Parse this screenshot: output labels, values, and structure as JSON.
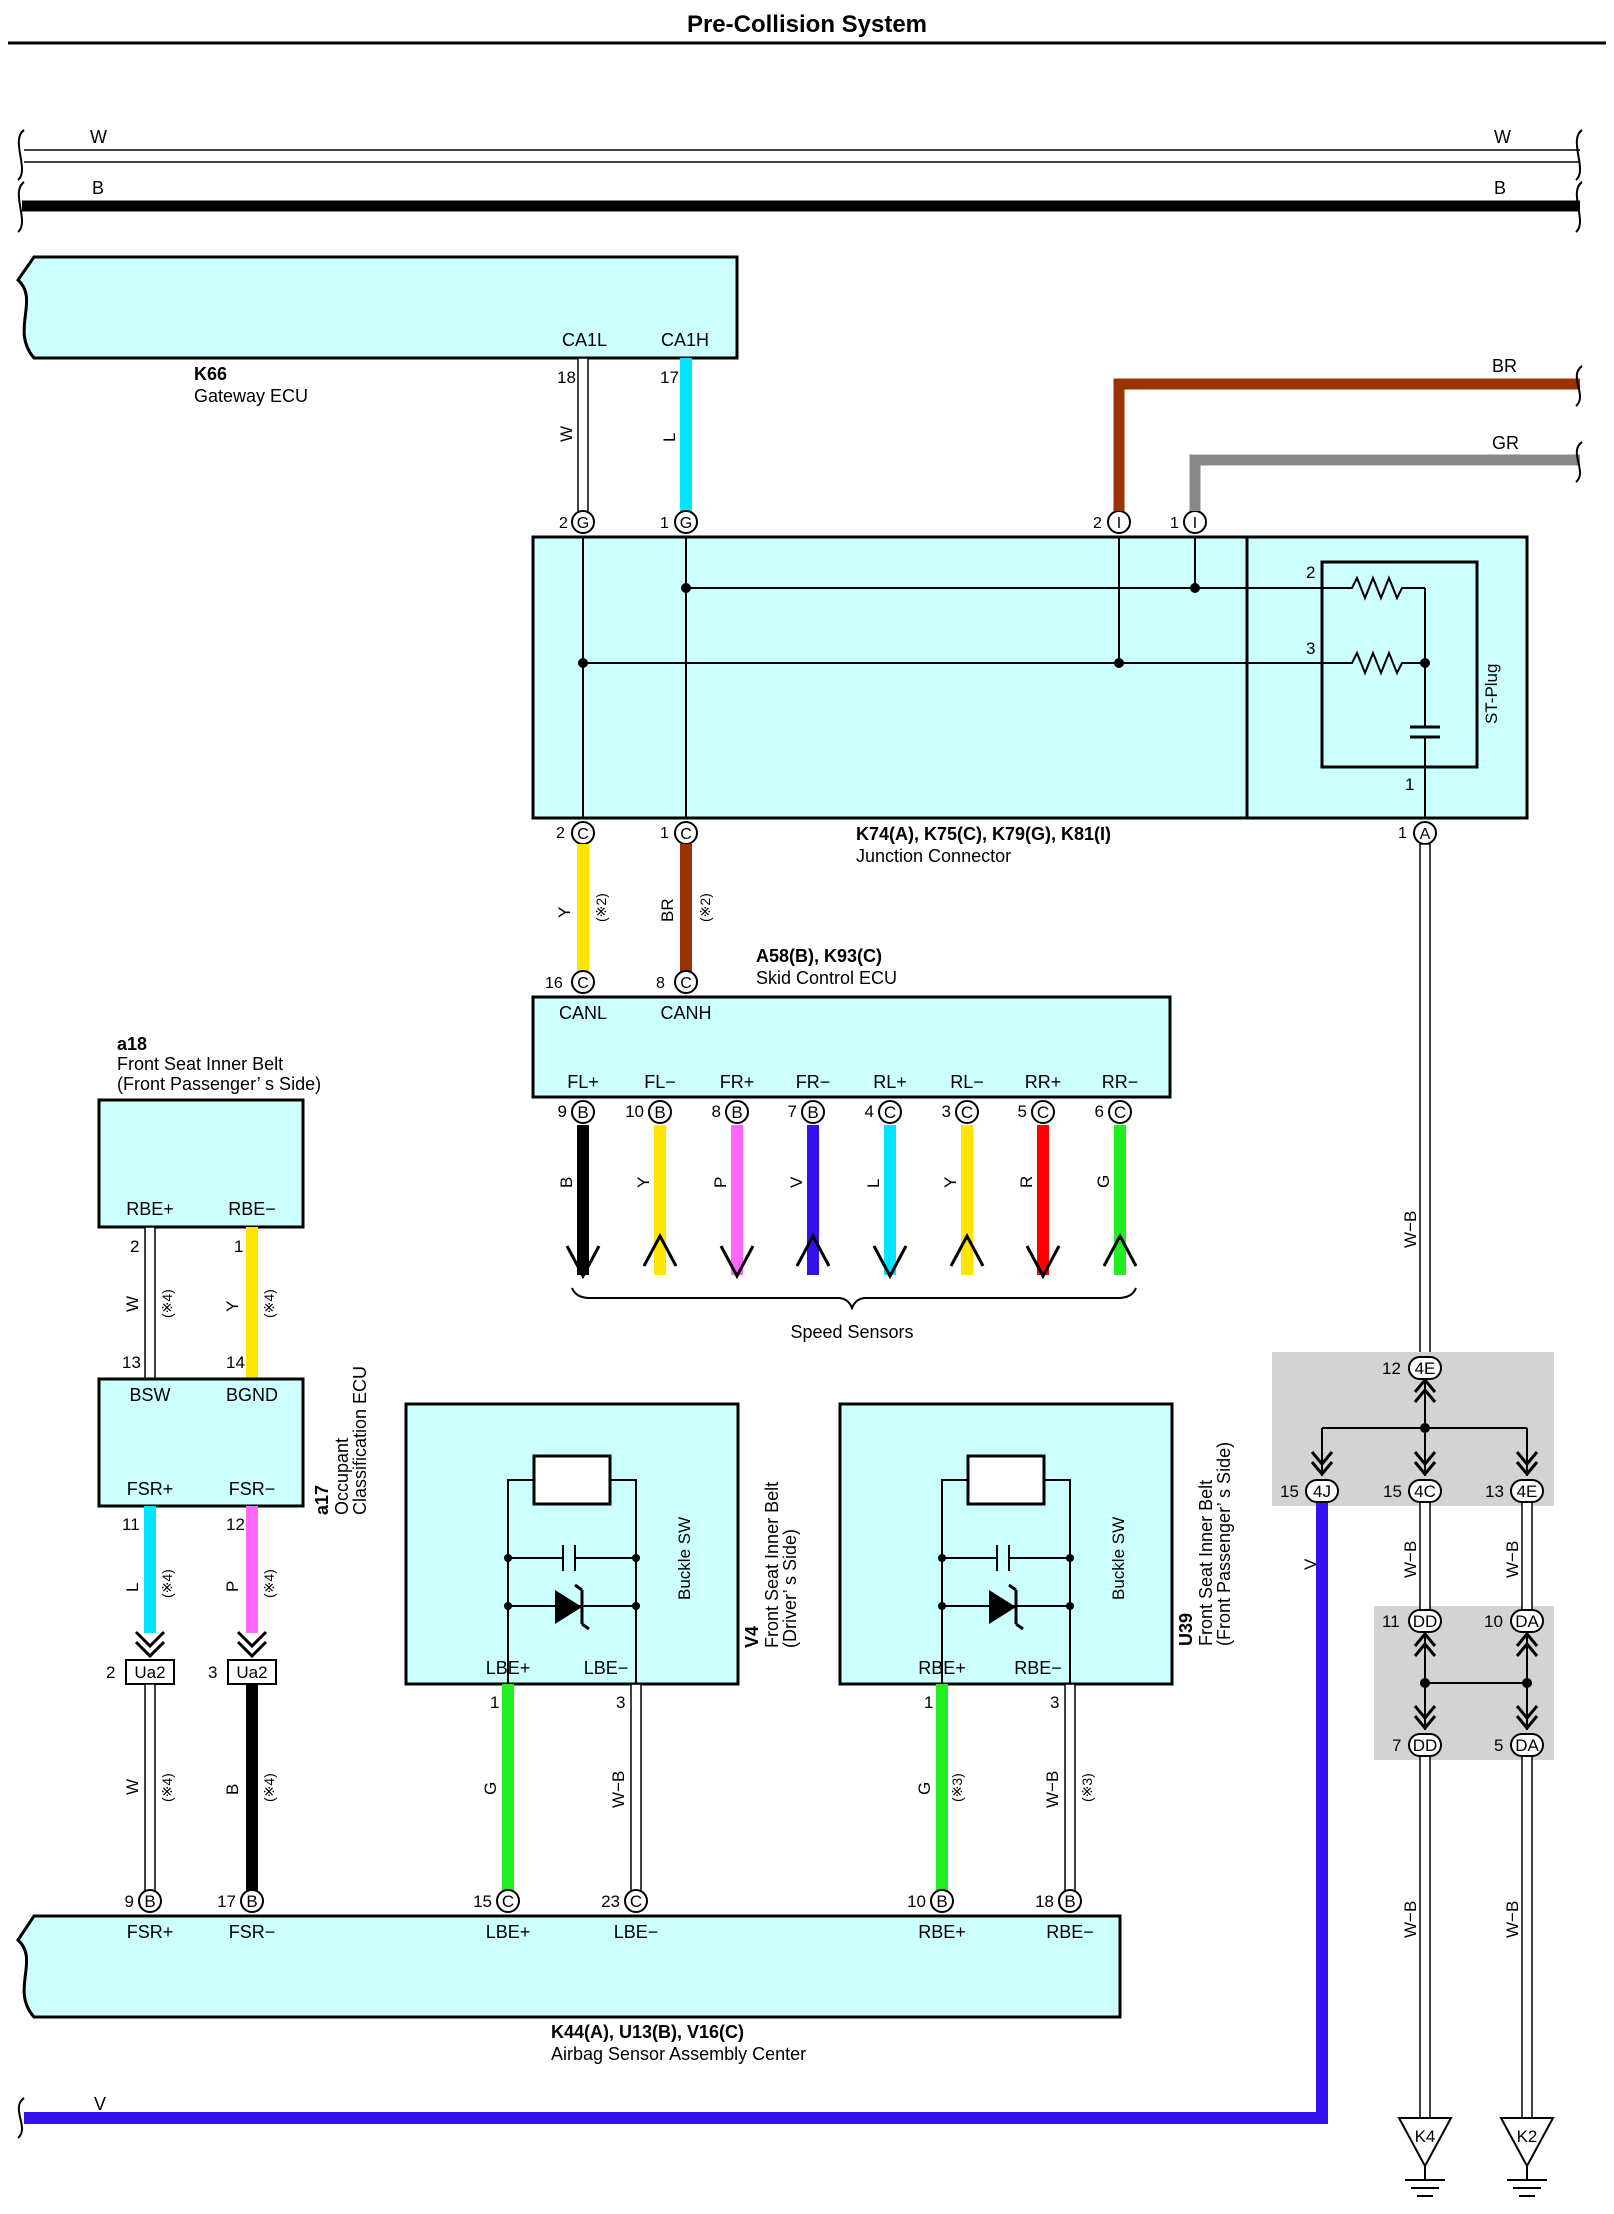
{
  "title": "Pre-Collision System",
  "colors": {
    "W": "#ffffff",
    "B": "#000000",
    "L": "#00e5ff",
    "Y": "#ffe500",
    "BR": "#993300",
    "GR": "#888888",
    "P": "#ff66ff",
    "V": "#3311ee",
    "R": "#ff0000",
    "G": "#22ee22",
    "box_fill": "#ccffff",
    "splice_fill": "#d3d3d3"
  },
  "bus": {
    "w_label": "W",
    "b_label": "B"
  },
  "k66": {
    "code": "K66",
    "name": "Gateway ECU",
    "term_l": "CA1L",
    "term_h": "CA1H",
    "pin_l": "18",
    "pin_h": "17",
    "wire_l": "W",
    "wire_h": "L"
  },
  "jc": {
    "code": "K74(A), K75(C), K79(G), K81(I)",
    "name": "Junction Connector",
    "stplug": "ST-Plug",
    "g2": "2",
    "g1": "1",
    "g_letter": "G",
    "i2": "2",
    "i1": "1",
    "i_letter": "I",
    "c2": "2",
    "c1": "1",
    "c_letter": "C",
    "a1": "1",
    "a_letter": "A",
    "inner2": "2",
    "inner3": "3",
    "inner1": "1",
    "br_label": "BR",
    "gr_label": "GR"
  },
  "skid": {
    "code": "A58(B), K93(C)",
    "name": "Skid Control ECU",
    "canl": "CANL",
    "canh": "CANH",
    "pin_canl": "16",
    "pin_canh": "8",
    "wire_canl": "Y",
    "wire_canh": "BR",
    "note": "(※2)",
    "terminals": [
      {
        "label": "FL+",
        "pin": "9",
        "letter": "B",
        "wire": "B"
      },
      {
        "label": "FL−",
        "pin": "10",
        "letter": "B",
        "wire": "Y"
      },
      {
        "label": "FR+",
        "pin": "8",
        "letter": "B",
        "wire": "P"
      },
      {
        "label": "FR−",
        "pin": "7",
        "letter": "B",
        "wire": "V"
      },
      {
        "label": "RL+",
        "pin": "4",
        "letter": "C",
        "wire": "L"
      },
      {
        "label": "RL−",
        "pin": "3",
        "letter": "C",
        "wire": "Y"
      },
      {
        "label": "RR+",
        "pin": "5",
        "letter": "C",
        "wire": "R"
      },
      {
        "label": "RR−",
        "pin": "6",
        "letter": "C",
        "wire": "G"
      }
    ],
    "speed_sensors": "Speed Sensors"
  },
  "a18": {
    "code": "a18",
    "name1": "Front Seat Inner Belt",
    "name2": "(Front Passenger’ s Side)",
    "rbe_p": "RBE+",
    "rbe_m": "RBE−",
    "pin_p": "2",
    "pin_m": "1",
    "wire_p": "W",
    "wire_m": "Y",
    "note": "(※4)"
  },
  "a17": {
    "code": "a17",
    "name1": "Occupant",
    "name2": "Classification ECU",
    "bsw": "BSW",
    "bgnd": "BGND",
    "fsr_p": "FSR+",
    "fsr_m": "FSR−",
    "pin_bsw": "13",
    "pin_bgnd": "14",
    "pin_fp": "11",
    "pin_fm": "12",
    "wire_fp": "L",
    "wire_fm": "P",
    "note": "(※4)"
  },
  "ua2": {
    "label": "Ua2",
    "pin2": "2",
    "pin3": "3",
    "wire_w": "W",
    "wire_b": "B",
    "note": "(※4)"
  },
  "v4": {
    "code": "V4",
    "name1": "Front Seat Inner Belt",
    "name2": "(Driver’ s Side)",
    "buckle": "Buckle SW",
    "lbe_p": "LBE+",
    "lbe_m": "LBE−",
    "pin1": "1",
    "pin3": "3",
    "wire_p": "G",
    "wire_m": "W−B"
  },
  "u39": {
    "code": "U39",
    "name1": "Front Seat Inner Belt",
    "name2": "(Front Passenger’ s Side)",
    "buckle": "Buckle SW",
    "rbe_p": "RBE+",
    "rbe_m": "RBE−",
    "pin1": "1",
    "pin3": "3",
    "wire_p": "G",
    "wire_m": "W−B",
    "note": "(※3)"
  },
  "airbag": {
    "code": "K44(A), U13(B), V16(C)",
    "name": "Airbag Sensor Assembly Center",
    "terms": [
      {
        "label": "FSR+",
        "pin": "9",
        "letter": "B"
      },
      {
        "label": "FSR−",
        "pin": "17",
        "letter": "B"
      },
      {
        "label": "LBE+",
        "pin": "15",
        "letter": "C"
      },
      {
        "label": "LBE−",
        "pin": "23",
        "letter": "C"
      },
      {
        "label": "RBE+",
        "pin": "10",
        "letter": "B"
      },
      {
        "label": "RBE−",
        "pin": "18",
        "letter": "B"
      }
    ]
  },
  "splice": {
    "wire_wb": "W−B",
    "wire_v": "V",
    "c4e_top": "4E",
    "c4e_top_pin": "12",
    "c4j": "4J",
    "c4j_pin": "15",
    "c4c": "4C",
    "c4c_pin": "15",
    "c4e": "4E",
    "c4e_pin": "13",
    "dd_top": "DD",
    "dd_top_pin": "11",
    "da_top": "DA",
    "da_top_pin": "10",
    "dd_bot": "DD",
    "dd_bot_pin": "7",
    "da_bot": "DA",
    "da_bot_pin": "5",
    "ground_k4": "K4",
    "ground_k2": "K2",
    "bottom_v": "V"
  }
}
